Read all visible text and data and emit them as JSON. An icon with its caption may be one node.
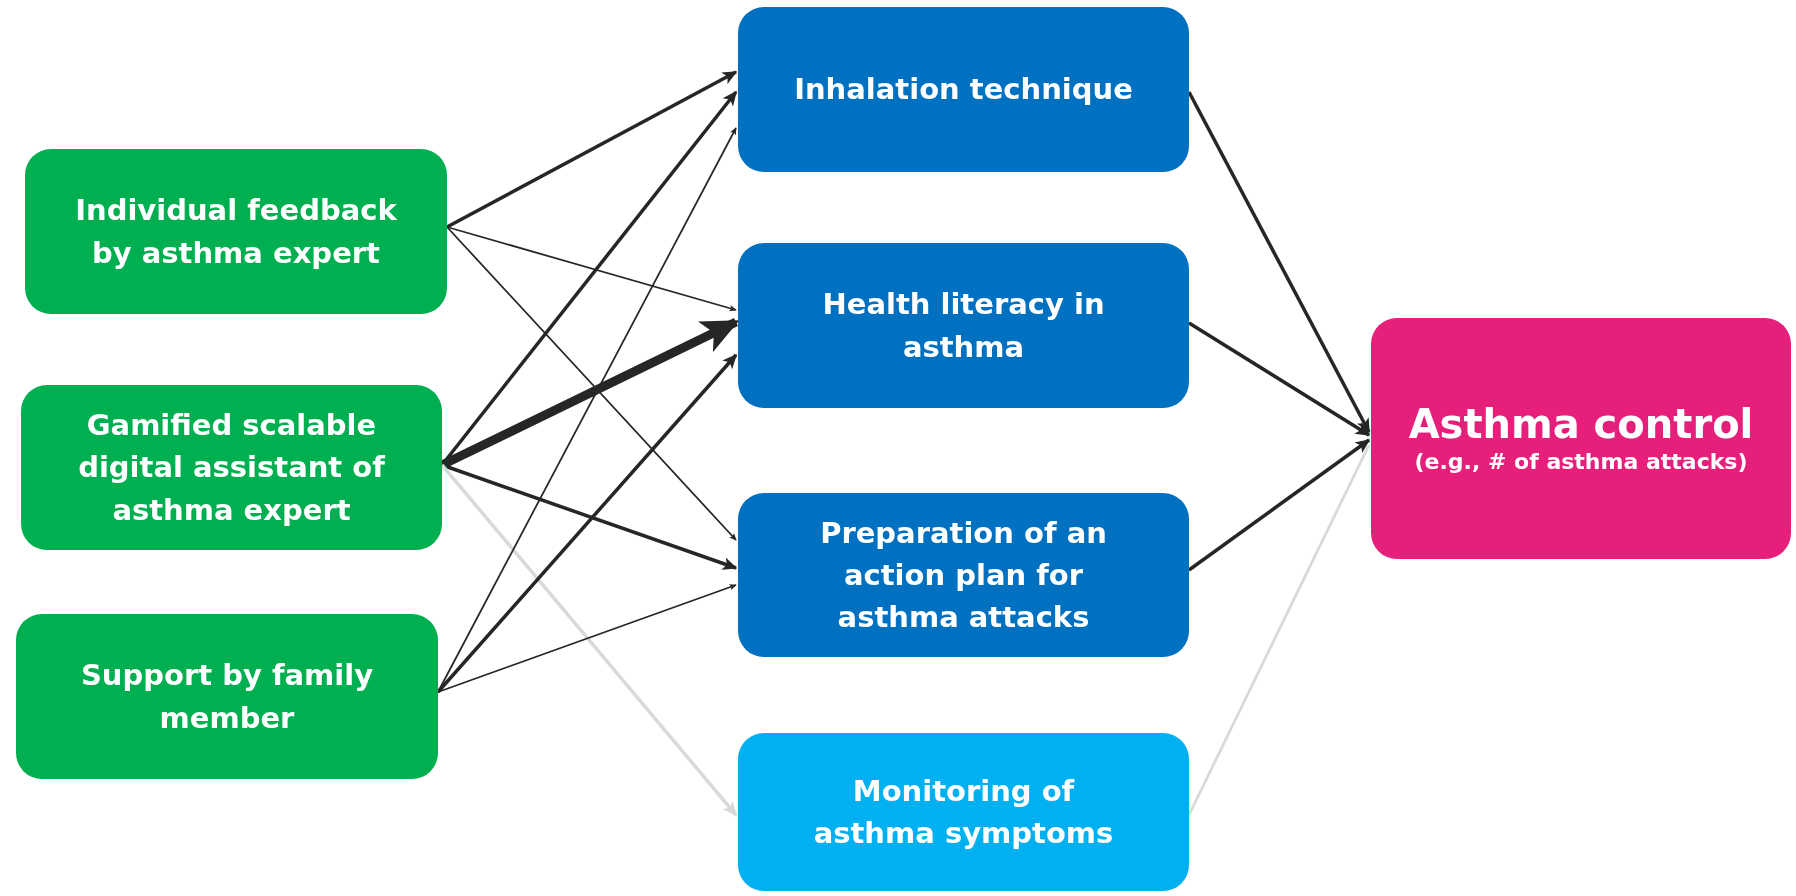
{
  "diagram": {
    "nodes": [
      {
        "text": [
          "Individual feedback by asthma expert"
        ]
      },
      {
        "text": [
          "Gamified scalable digital assistant of asthma expert"
        ]
      },
      {
        "text": [
          "Support by family member"
        ]
      },
      {
        "text": [
          "Inhalation technique"
        ]
      },
      {
        "text": [
          "Health literacy in asthma"
        ]
      },
      {
        "text": [
          "Preparation of an action plan for asthma attacks"
        ]
      },
      {
        "text": [
          "Monitoring of asthma symptoms"
        ]
      },
      {
        "text": [
          "Asthma control",
          "(e.g., # of asthma attacks)"
        ]
      }
    ],
    "edges": [
      {
        "from": 0,
        "to": 3,
        "arrow": "to"
      },
      {
        "from": 0,
        "to": 4,
        "arrow": "to"
      },
      {
        "from": 0,
        "to": 5,
        "arrow": "to"
      },
      {
        "from": 1,
        "to": 3,
        "arrow": "to"
      },
      {
        "from": 1,
        "to": 4,
        "arrow": "to",
        "style": "thick"
      },
      {
        "from": 1,
        "to": 5,
        "arrow": "to"
      },
      {
        "from": 1,
        "to": 6,
        "arrow": "to",
        "color": "#d9d9d9"
      },
      {
        "from": 2,
        "to": 3,
        "arrow": "to"
      },
      {
        "from": 2,
        "to": 4,
        "arrow": "to"
      },
      {
        "from": 2,
        "to": 5,
        "arrow": "to"
      },
      {
        "from": 3,
        "to": 7,
        "arrow": "to"
      },
      {
        "from": 4,
        "to": 7,
        "arrow": "to"
      },
      {
        "from": 5,
        "to": 7,
        "arrow": "to"
      },
      {
        "from": 6,
        "to": 7,
        "arrow": "none",
        "color": "#d9d9d9"
      }
    ]
  }
}
